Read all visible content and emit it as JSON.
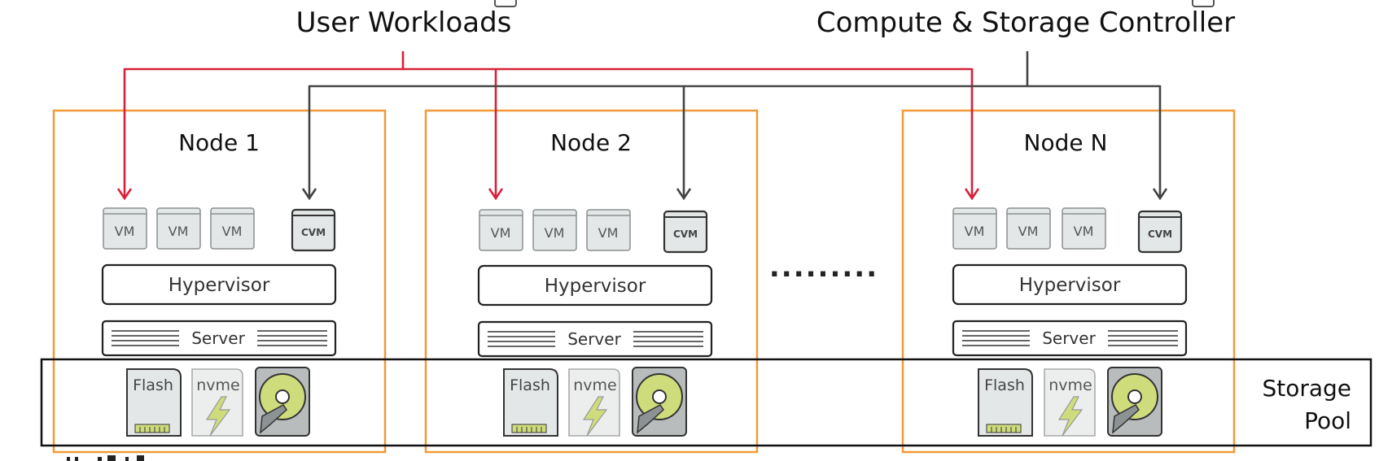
{
  "labels": {
    "user_workloads": "User Workloads",
    "controller": "Compute & Storage Controller",
    "storage_pool_line1": "Storage",
    "storage_pool_line2": "Pool",
    "ellipsis": "........."
  },
  "nodes": [
    {
      "title": "Node 1",
      "vms": [
        "VM",
        "VM",
        "VM"
      ],
      "cvm": "CVM",
      "hypervisor": "Hypervisor",
      "server": "Server",
      "drives": [
        "Flash",
        "nvme"
      ]
    },
    {
      "title": "Node 2",
      "vms": [
        "VM",
        "VM",
        "VM"
      ],
      "cvm": "CVM",
      "hypervisor": "Hypervisor",
      "server": "Server",
      "drives": [
        "Flash",
        "nvme"
      ]
    },
    {
      "title": "Node N",
      "vms": [
        "VM",
        "VM",
        "VM"
      ],
      "cvm": "CVM",
      "hypervisor": "Hypervisor",
      "server": "Server",
      "drives": [
        "Flash",
        "nvme"
      ]
    }
  ],
  "colors": {
    "node_border": "#f29a38",
    "workload_line": "#d8213a",
    "controller_line": "#444444",
    "vm_fill": "#e4e7e7",
    "hdd_platter": "#cfdc7c",
    "nvme_bolt": "#cfdc7c"
  },
  "icons": {
    "flash_drive": "flash-ssd-icon",
    "nvme_drive": "nvme-drive-icon",
    "hdd": "hard-disk-icon"
  }
}
